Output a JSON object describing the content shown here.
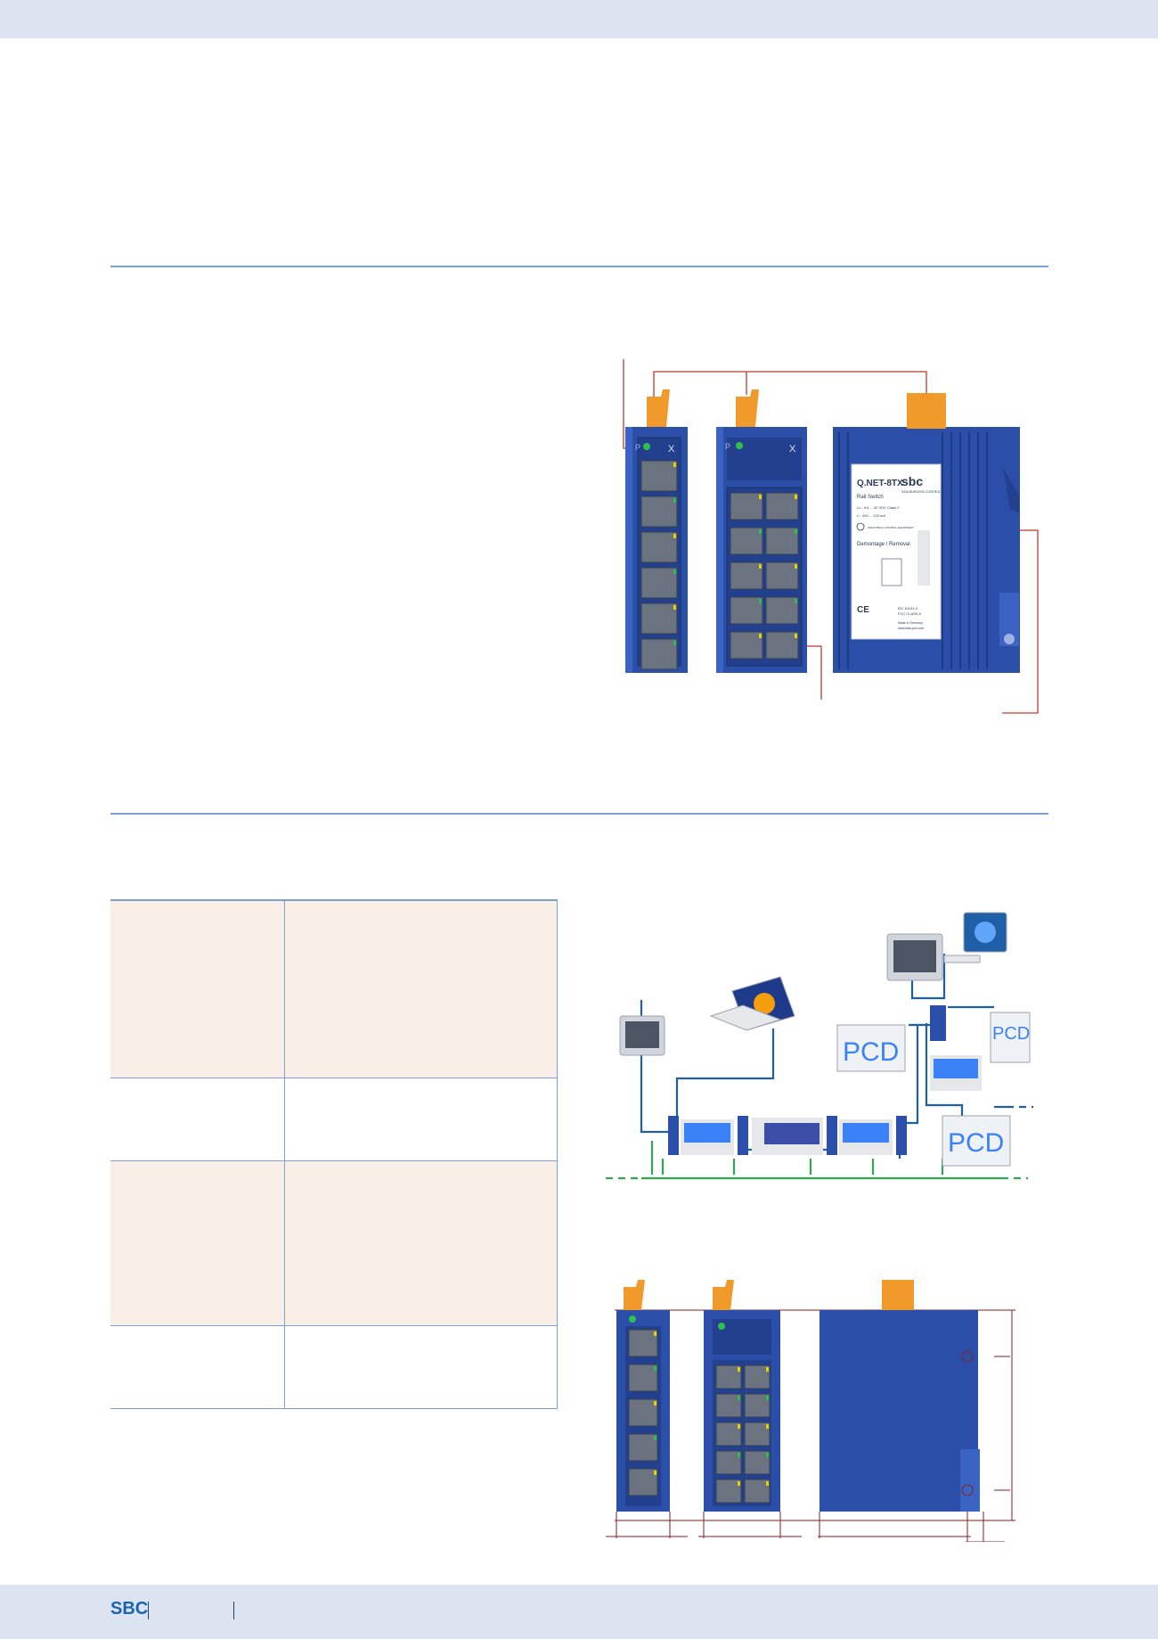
{
  "footer": {
    "brand": "SBC"
  },
  "device_label": {
    "model": "Q.NET-8TX",
    "type": "Rail Switch",
    "brand": "sbc",
    "brand_sub": "SAIA BURGESS CONTROLS",
    "spec1": "Uₙ : 9.6 ... 32 VDC  Class 2",
    "spec2": "Iₙ : 400 ... 130 mA",
    "ul_text": "INDUSTRIAL CONTROL EQUIPMENT",
    "removal": "Demontage / Removal",
    "ce": "CE",
    "standard1": "IEC 61131-2",
    "standard2": "FCC CLASS A",
    "made_in": "Made in Germany",
    "url": "www.saia-pcd.com"
  },
  "led_labels": {
    "power": "P",
    "link": "X"
  },
  "network": {
    "pcd_label": "PCD"
  },
  "spec_table": {
    "rows": [
      {
        "tint": true
      },
      {
        "tint": false
      },
      {
        "tint": true
      },
      {
        "tint": false
      }
    ]
  },
  "colors": {
    "band": "#dce4f1",
    "rule": "#7aa1cf",
    "device_blue": "#2b4fa8",
    "connector_orange": "#f09a2c",
    "callout_red": "#c0392b",
    "cable_blue": "#1f5fa8",
    "cable_green": "#2fa84f",
    "table_tint": "#f9efe7"
  }
}
